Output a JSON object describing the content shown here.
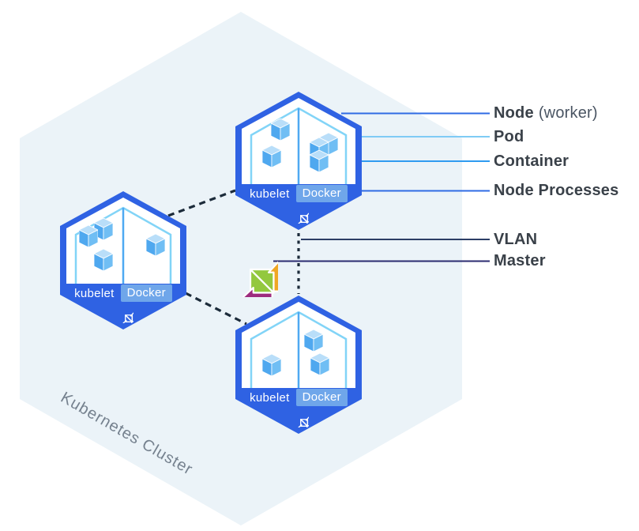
{
  "cluster_label": "Kubernetes Cluster",
  "legend": {
    "items": [
      {
        "id": "node",
        "label": "Node",
        "suffix": "(worker)"
      },
      {
        "id": "pod",
        "label": "Pod",
        "suffix": ""
      },
      {
        "id": "container",
        "label": "Container",
        "suffix": ""
      },
      {
        "id": "node-processes",
        "label": "Node Processes",
        "suffix": ""
      },
      {
        "id": "vlan",
        "label": "VLAN",
        "suffix": ""
      },
      {
        "id": "master",
        "label": "Master",
        "suffix": ""
      }
    ]
  },
  "nodes": [
    {
      "id": "node-top",
      "kubelet_label": "kubelet",
      "docker_label": "Docker",
      "pods": [
        {
          "name": "pod-1",
          "containers": 2
        },
        {
          "name": "pod-2",
          "containers": 3
        }
      ]
    },
    {
      "id": "node-left",
      "kubelet_label": "kubelet",
      "docker_label": "Docker",
      "pods": [
        {
          "name": "pod-1",
          "containers": 3
        },
        {
          "name": "pod-2",
          "containers": 1
        }
      ]
    },
    {
      "id": "node-bottom",
      "kubelet_label": "kubelet",
      "docker_label": "Docker",
      "pods": [
        {
          "name": "pod-1",
          "containers": 1
        },
        {
          "name": "pod-2",
          "containers": 2
        }
      ]
    }
  ],
  "icons": {
    "master_icon": "centos-pinwheel-icon",
    "node_process_icon": "pinwheel-outline-icon",
    "container_icon": "cube-icon"
  },
  "colors": {
    "page_bg": "#ffffff",
    "cluster_hex_fill": "#EBF3F8",
    "node_blue": "#2F62E3",
    "node_inner_outline": "#82D4F7",
    "pod_divider": "#4FA9F2",
    "cube_top": "#B9DEF9",
    "cube_left": "#4FA8EF",
    "cube_right": "#70BEF4",
    "docker_badge_bg": "#6FA6EA",
    "band_text": "#FFFFFF",
    "dashed_line": "#1C2B3A",
    "line_node": "#2F6BE4",
    "line_pod": "#7FCBF5",
    "line_container": "#2F9BF0",
    "line_processes": "#2F6BE4",
    "line_vlan": "#2C3E66",
    "line_master": "#2B2B70",
    "label_text": "#3A4149",
    "label_secondary": "#4A5563",
    "cluster_label_text": "#75818E",
    "centos_green": "#93C83E",
    "centos_magenta": "#9D2B7E",
    "centos_orange": "#EFA724",
    "centos_navy": "#2B2B76"
  }
}
